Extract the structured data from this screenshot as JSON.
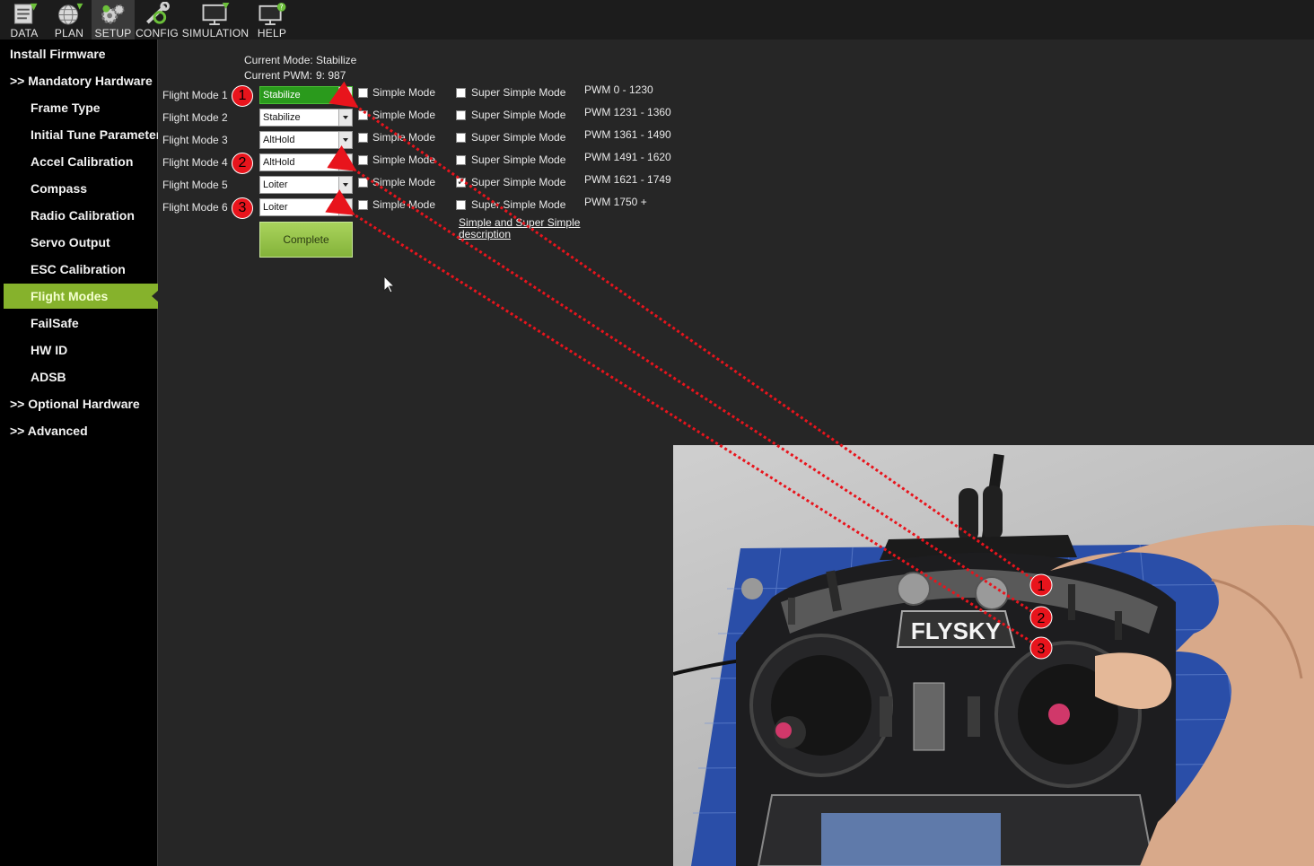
{
  "toolbar": {
    "items": [
      {
        "label": "DATA",
        "icon": "data-icon"
      },
      {
        "label": "PLAN",
        "icon": "globe-icon"
      },
      {
        "label": "SETUP",
        "icon": "gears-icon"
      },
      {
        "label": "CONFIG",
        "icon": "wrench-icon"
      },
      {
        "label": "SIMULATION",
        "icon": "monitor-icon"
      },
      {
        "label": "HELP",
        "icon": "help-monitor-icon"
      }
    ]
  },
  "sidebar": {
    "items": [
      {
        "label": "Install Firmware"
      },
      {
        "label": ">> Mandatory Hardware"
      },
      {
        "label": "Frame Type"
      },
      {
        "label": "Initial Tune Parameters"
      },
      {
        "label": "Accel Calibration"
      },
      {
        "label": "Compass"
      },
      {
        "label": "Radio Calibration"
      },
      {
        "label": "Servo Output"
      },
      {
        "label": "ESC Calibration"
      },
      {
        "label": "Flight Modes"
      },
      {
        "label": "FailSafe"
      },
      {
        "label": "HW ID"
      },
      {
        "label": "ADSB"
      },
      {
        "label": ">> Optional Hardware"
      },
      {
        "label": ">> Advanced"
      }
    ]
  },
  "status": {
    "current_mode_label": "Current Mode:",
    "current_mode_value": "Stabilize",
    "current_pwm_label": "Current PWM:",
    "current_pwm_value": "9: 987"
  },
  "modes": [
    {
      "label": "Flight Mode 1",
      "value": "Stabilize",
      "simple": "Simple Mode",
      "super": "Super Simple Mode",
      "pwm": "PWM 0 - 1230"
    },
    {
      "label": "Flight Mode 2",
      "value": "Stabilize",
      "simple": "Simple Mode",
      "super": "Super Simple Mode",
      "pwm": "PWM 1231 - 1360"
    },
    {
      "label": "Flight Mode 3",
      "value": "AltHold",
      "simple": "Simple Mode",
      "super": "Super Simple Mode",
      "pwm": "PWM 1361 - 1490"
    },
    {
      "label": "Flight Mode 4",
      "value": "AltHold",
      "simple": "Simple Mode",
      "super": "Super Simple Mode",
      "pwm": "PWM 1491 - 1620"
    },
    {
      "label": "Flight Mode 5",
      "value": "Loiter",
      "simple": "Simple Mode",
      "super": "Super Simple Mode",
      "pwm": "PWM 1621 - 1749"
    },
    {
      "label": "Flight Mode 6",
      "value": "Loiter",
      "simple": "Simple Mode",
      "super": "Super Simple Mode",
      "pwm": "PWM 1750 +"
    }
  ],
  "complete_label": "Complete",
  "description_link": "Simple and Super Simple description",
  "annotations": {
    "badges": [
      "1",
      "2",
      "3"
    ],
    "badge_color": "#e8141c"
  },
  "photo": {
    "brand_text": "FLYSKY"
  },
  "colors": {
    "accent": "#86b22c",
    "current_mode": "#2a9a1c"
  }
}
